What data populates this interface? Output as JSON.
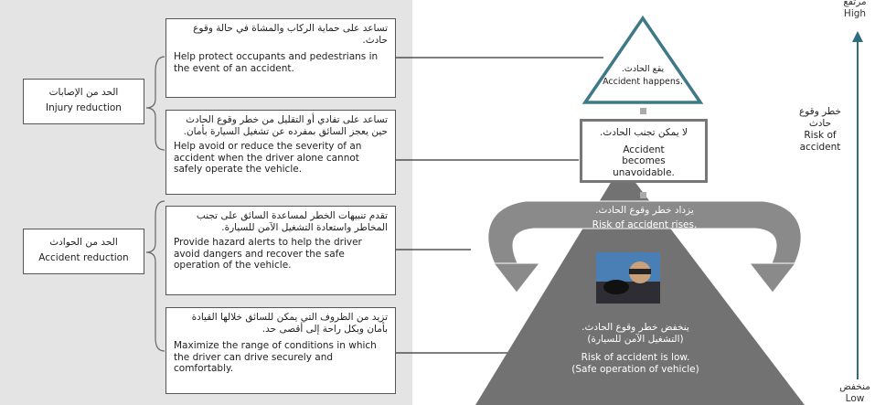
{
  "categories": {
    "injury": {
      "ar": "الحد من الإصابات",
      "en": "Injury reduction"
    },
    "accident": {
      "ar": "الحد من الحوادث",
      "en": "Accident reduction"
    }
  },
  "measures": [
    {
      "ar": "تساعد على حماية الركاب والمشاة في حالة وقوع حادث.",
      "en": "Help protect occupants and pedestrians in the event of an accident."
    },
    {
      "ar": "تساعد على تفادي أو التقليل من خطر وقوع الحادث حين يعجز السائق بمفرده عن تشغيل السيارة بأمان.",
      "en": "Help avoid or reduce the severity of an accident when the driver alone cannot safely operate the vehicle."
    },
    {
      "ar": "تقدم تنبيهات الخطر لمساعدة السائق على تجنب المخاطر واستعادة التشغيل الآمن للسيارة.",
      "en": "Provide hazard alerts to help the driver avoid dangers and recover the safe operation of the vehicle."
    },
    {
      "ar": "تزيد من الظروف التي يمكن للسائق خلالها القيادة بأمان وبكل راحة إلى أقصى حد.",
      "en": "Maximize the range of conditions in which the driver can drive securely and comfortably."
    }
  ],
  "states": {
    "happens": {
      "ar": "يقع الحادث.",
      "en": "Accident happens."
    },
    "unavoidable": {
      "ar": "لا يمكن تجنب الحادث.",
      "en": "Accident becomes unavoidable."
    },
    "rises": {
      "ar": "يزداد خطر وقوع الحادث.",
      "en": "Risk of accident rises."
    },
    "low": {
      "ar1": "ينخفض خطر وقوع الحادث.",
      "ar2": "(التشغيل الآمن للسيارة)",
      "en1": "Risk of accident is low.",
      "en2": "(Safe operation of vehicle)"
    }
  },
  "axis": {
    "high_ar": "مرتفع",
    "high_en": "High",
    "title_ar": "خطر وقوع حادث",
    "title_en": "Risk of accident",
    "low_ar": "منخفض",
    "low_en": "Low"
  },
  "colors": {
    "triangle": "#3e7a86",
    "pyramid": "#727272",
    "arc": "#8a8a8a",
    "axis": "#2f6e7a"
  }
}
